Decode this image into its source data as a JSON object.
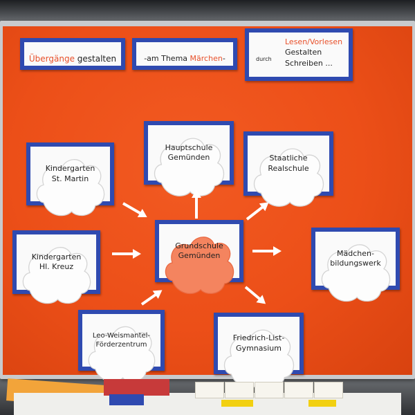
{
  "header_cards": {
    "transitions": {
      "word_highlight": "Übergänge",
      "word_rest": " gestalten"
    },
    "theme": {
      "prefix": "-am Thema ",
      "highlight": "Märchen",
      "suffix": "-"
    },
    "methods": {
      "via": "durch",
      "line1": "Lesen/Vorlesen",
      "line2": "Gestalten",
      "line3": "Schreiben ..."
    }
  },
  "center": {
    "label": "Grundschule\nGemünden"
  },
  "partners": {
    "kindergarten_st_martin": "Kindergarten\nSt. Martin",
    "hauptschule": "Hauptschule\nGemünden",
    "realschule": "Staatliche\nRealschule",
    "kindergarten_hl_kreuz": "Kindergarten\nHl. Kreuz",
    "maedchen": "Mädchen-\nbildungswerk",
    "foerderzentrum": "Leo-Weismantel-\nFörderzentrum",
    "gymnasium": "Friedrich-List-\nGymnasium"
  },
  "colors": {
    "board": "#ec4f18",
    "card_border": "#2f4ab0",
    "highlight_text": "#e8502a",
    "center_cloud": "#f4845f"
  },
  "icons": [
    "cloud-shape",
    "arrow"
  ]
}
